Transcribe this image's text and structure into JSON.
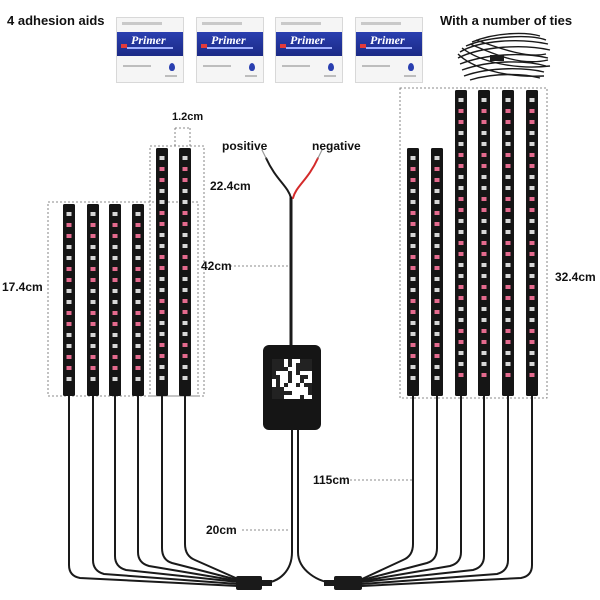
{
  "labels": {
    "adhesion": "4 adhesion aids",
    "ties": "With a number of ties",
    "positive": "positive",
    "negative": "negative",
    "width": "1.2cm",
    "short_strip": "17.4cm",
    "mid_strip": "22.4cm",
    "lead": "42cm",
    "long_strip": "32.4cm",
    "cable_long": "115cm",
    "cable_short": "20cm"
  },
  "packet_brand": "Primer",
  "colors": {
    "strip_body": "#151515",
    "led_pink": "#e46a8e",
    "led_white": "#d8d8d8",
    "wire": "#1a1a1a",
    "wire_red": "#d42a2a",
    "primer_band": "#1b2a86"
  }
}
